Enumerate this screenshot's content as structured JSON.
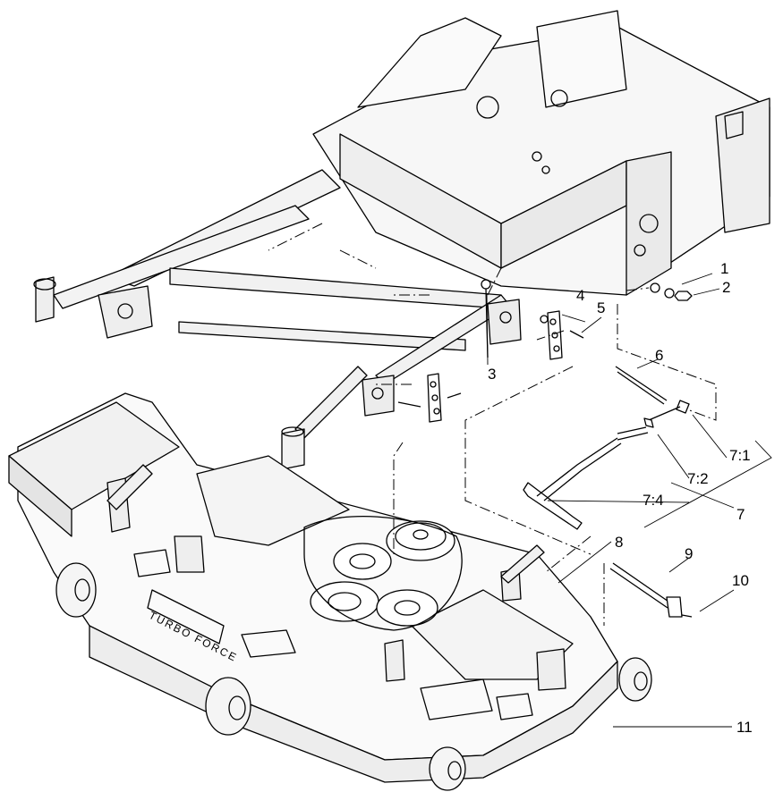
{
  "callouts": {
    "c1": "1",
    "c2": "2",
    "c3": "3",
    "c4": "4",
    "c5": "5",
    "c6": "6",
    "c7_1": "7:1",
    "c7_2": "7:2",
    "c7_4": "7:4",
    "c7": "7",
    "c8": "8",
    "c9": "9",
    "c10": "10",
    "c11": "11"
  },
  "decals": {
    "deck_brand": "TURBO FORCE"
  }
}
